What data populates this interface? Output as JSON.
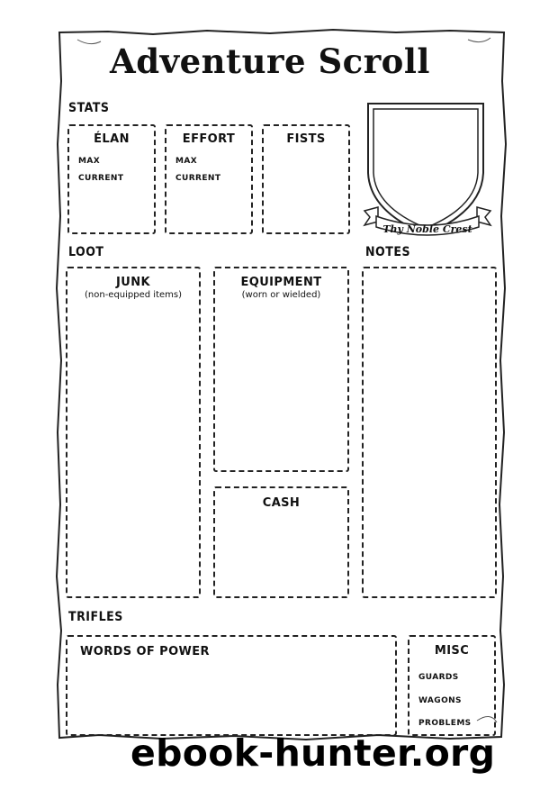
{
  "sheet": {
    "title": "Adventure Scroll"
  },
  "stats": {
    "heading": "STATS",
    "boxes": [
      {
        "title": "ÉLAN",
        "fields": [
          "MAX",
          "CURRENT"
        ]
      },
      {
        "title": "EFFORT",
        "fields": [
          "MAX",
          "CURRENT"
        ]
      },
      {
        "title": "FISTS"
      }
    ]
  },
  "crest": {
    "label": "Thy Noble Crest"
  },
  "loot": {
    "heading": "LOOT",
    "junk": {
      "title": "JUNK",
      "subtitle": "(non-equipped items)"
    },
    "equipment": {
      "title": "EQUIPMENT",
      "subtitle": "(worn or wielded)"
    },
    "cash": {
      "title": "CASH"
    }
  },
  "notes": {
    "heading": "NOTES"
  },
  "trifles": {
    "heading": "TRIFLES",
    "words_of_power": {
      "title": "WORDS OF POWER"
    },
    "misc": {
      "title": "MISC",
      "fields": [
        "GUARDS",
        "WAGONS",
        "PROBLEMS"
      ]
    }
  },
  "watermark": "ebook-hunter.org"
}
